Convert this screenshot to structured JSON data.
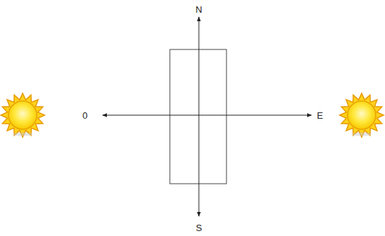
{
  "diagram": {
    "labels": [
      "N",
      "0",
      "E",
      "S"
    ]
  }
}
